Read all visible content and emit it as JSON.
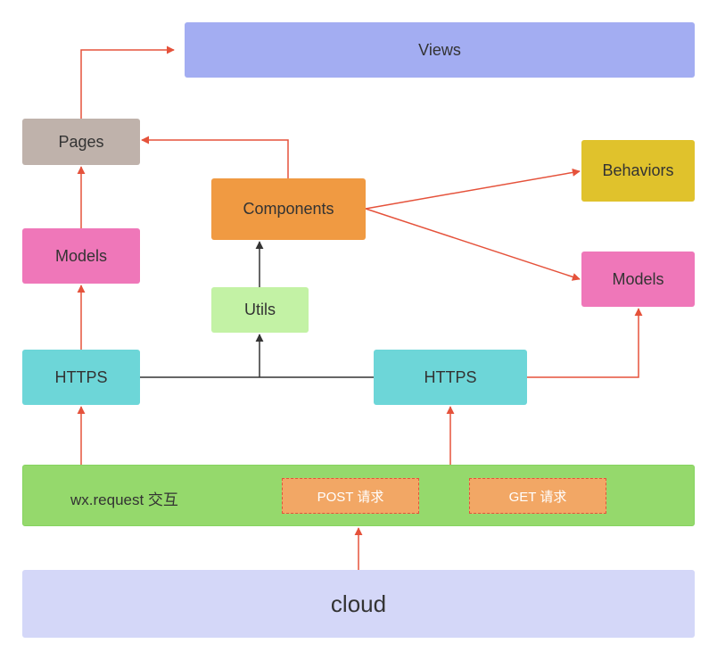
{
  "nodes": {
    "views": "Views",
    "pages": "Pages",
    "components": "Components",
    "behaviors": "Behaviors",
    "models_left": "Models",
    "models_right": "Models",
    "utils": "Utils",
    "https_left": "HTTPS",
    "https_right": "HTTPS",
    "wx_request": "wx.request 交互",
    "post_request": "POST 请求",
    "get_request": "GET 请求",
    "cloud": "cloud"
  },
  "colors": {
    "views": "#a3adf2",
    "pages": "#bfb2ab",
    "components": "#f09a42",
    "behaviors": "#e0c22c",
    "models": "#ef77b9",
    "utils": "#c3f2a5",
    "https": "#6dd6d8",
    "wx_bar": "#95d96c",
    "request": "#f2a765",
    "cloud": "#d4d7f8",
    "arrow_red": "#e5523b",
    "arrow_dark": "#333333"
  }
}
